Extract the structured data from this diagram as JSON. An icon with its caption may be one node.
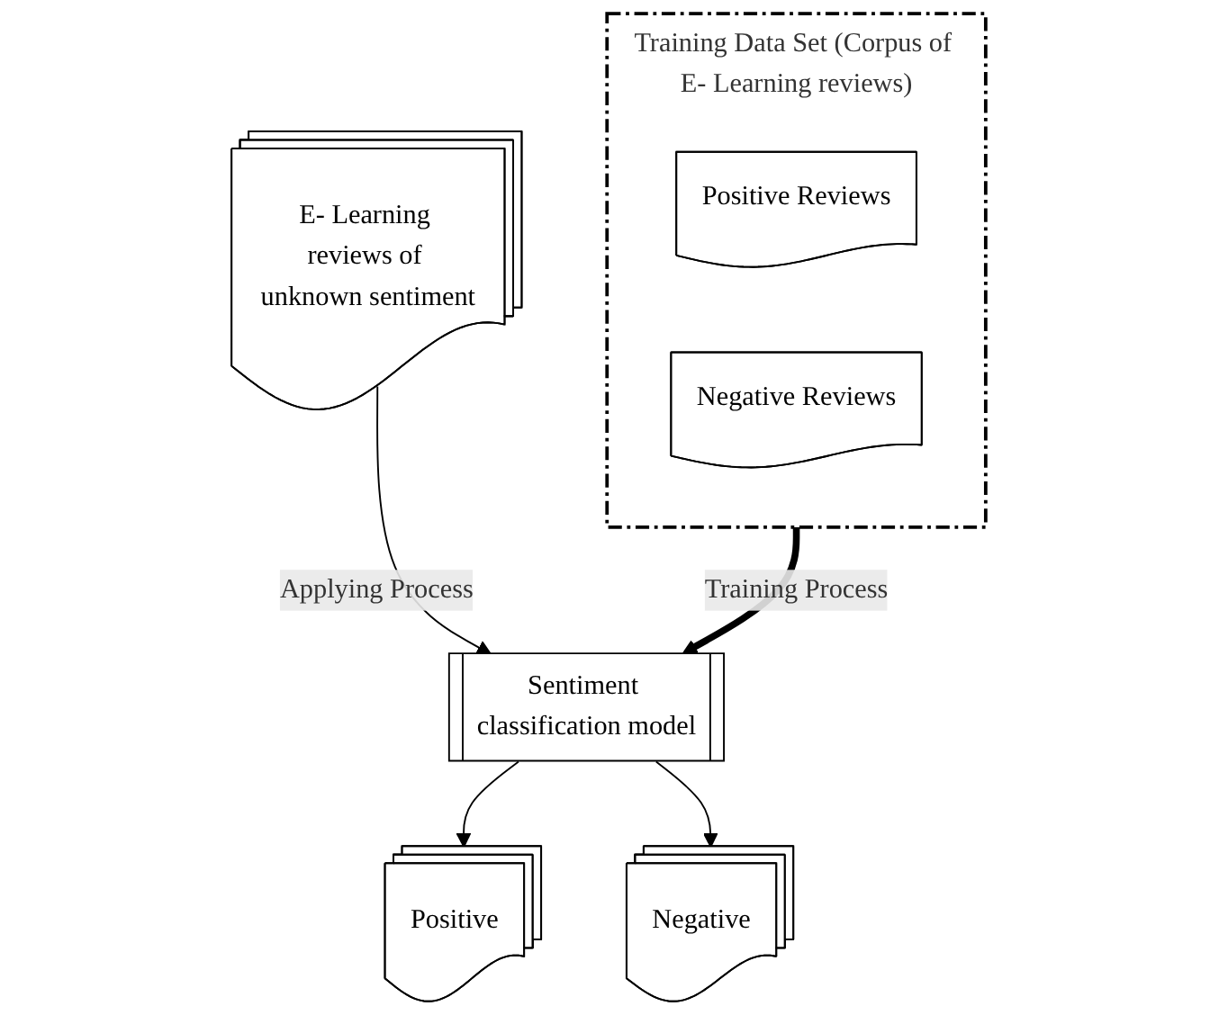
{
  "diagram": {
    "nodes": [
      {
        "text": [
          "Training Data Set (Corpus of E- Learning reviews)"
        ]
      },
      {
        "text": [
          "Positive Reviews"
        ],
        "in": 0
      },
      {
        "text": [
          "Negative Reviews"
        ],
        "in": 0
      },
      {
        "text": [
          "E- Learning reviews of unknown sentiment"
        ]
      },
      {
        "text": [
          "Sentiment classification model"
        ]
      },
      {
        "text": [
          "Positive"
        ]
      },
      {
        "text": [
          "Negative"
        ]
      }
    ],
    "edges": [
      {
        "from": 0,
        "to": 4,
        "arrow": "to",
        "label": "Training Process",
        "style": "thick"
      },
      {
        "from": 3,
        "to": 4,
        "arrow": "to",
        "label": "Applying Process"
      },
      {
        "from": 4,
        "to": 5,
        "arrow": "to"
      },
      {
        "from": 4,
        "to": 6,
        "arrow": "to"
      }
    ]
  }
}
